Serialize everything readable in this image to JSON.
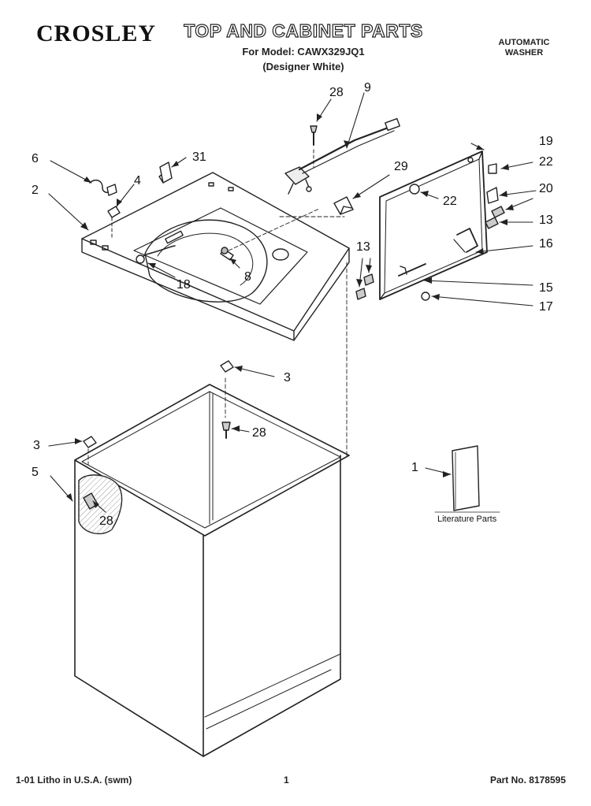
{
  "header": {
    "brand": "CROSLEY",
    "title": "TOP AND CABINET PARTS",
    "model_line": "For Model: CAWX329JQ1",
    "color_line": "(Designer White)",
    "product_line1": "AUTOMATIC",
    "product_line2": "WASHER"
  },
  "callouts": {
    "c1": "1",
    "c2": "2",
    "c3a": "3",
    "c3b": "3",
    "c4": "4",
    "c5": "5",
    "c6": "6",
    "c8": "8",
    "c9": "9",
    "c13a": "13",
    "c13b": "13",
    "c15": "15",
    "c16": "16",
    "c17": "17",
    "c18": "18",
    "c19": "19",
    "c20": "20",
    "c22a": "22",
    "c22b": "22",
    "c28a": "28",
    "c28b": "28",
    "c28c": "28",
    "c29": "29",
    "c31": "31"
  },
  "literature_label": "Literature Parts",
  "footer": {
    "litho": "1-01 Litho in U.S.A. (swm)",
    "page": "1",
    "part_no": "Part No. 8178595"
  }
}
